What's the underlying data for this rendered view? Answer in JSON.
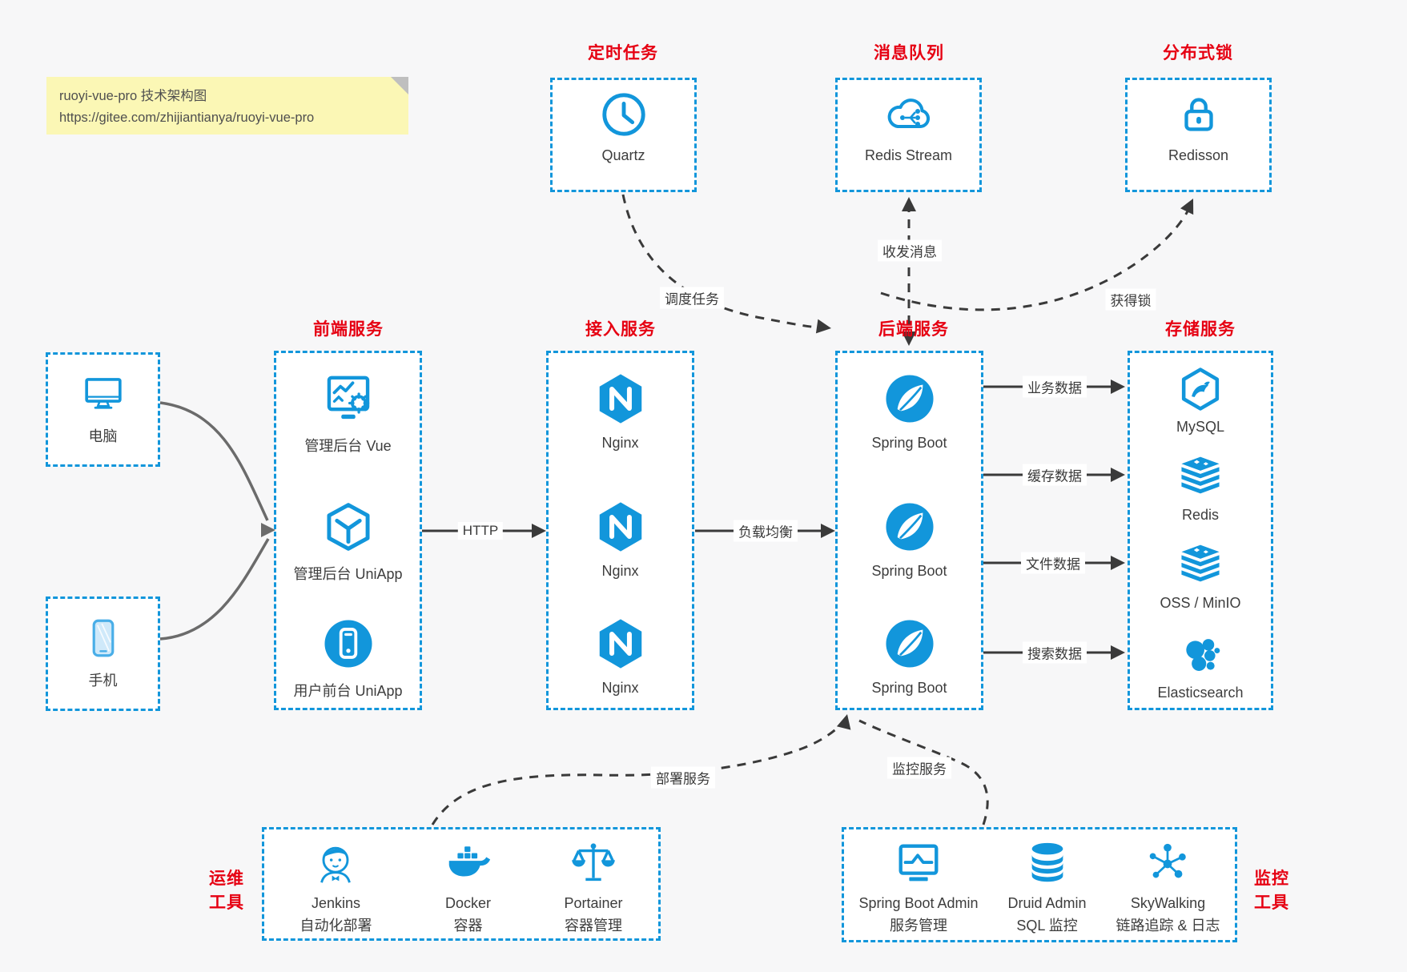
{
  "note": {
    "line1": "ruoyi-vue-pro 技术架构图",
    "line2": "https://gitee.com/zhijiantianya/ruoyi-vue-pro"
  },
  "top_services": [
    {
      "title": "定时任务",
      "label": "Quartz",
      "icon": "clock-icon"
    },
    {
      "title": "消息队列",
      "label": "Redis Stream",
      "icon": "cloud-mq-icon"
    },
    {
      "title": "分布式锁",
      "label": "Redisson",
      "icon": "lock-icon"
    }
  ],
  "clients": [
    {
      "label": "电脑",
      "icon": "desktop-icon"
    },
    {
      "label": "手机",
      "icon": "mobile-icon"
    }
  ],
  "frontend": {
    "title": "前端服务",
    "items": [
      {
        "label": "管理后台 Vue",
        "icon": "admin-vue-icon"
      },
      {
        "label": "管理后台 UniApp",
        "icon": "uniapp-cube-icon"
      },
      {
        "label": "用户前台 UniApp",
        "icon": "user-app-icon"
      }
    ]
  },
  "gateway": {
    "title": "接入服务",
    "items": [
      {
        "label": "Nginx",
        "icon": "nginx-icon"
      },
      {
        "label": "Nginx",
        "icon": "nginx-icon"
      },
      {
        "label": "Nginx",
        "icon": "nginx-icon"
      }
    ]
  },
  "backend": {
    "title": "后端服务",
    "items": [
      {
        "label": "Spring Boot",
        "icon": "spring-icon"
      },
      {
        "label": "Spring Boot",
        "icon": "spring-icon"
      },
      {
        "label": "Spring Boot",
        "icon": "spring-icon"
      }
    ]
  },
  "storage": {
    "title": "存储服务",
    "items": [
      {
        "label": "MySQL",
        "icon": "mysql-icon"
      },
      {
        "label": "Redis",
        "icon": "redis-stack-icon"
      },
      {
        "label": "OSS / MinIO",
        "icon": "oss-stack-icon"
      },
      {
        "label": "Elasticsearch",
        "icon": "elasticsearch-icon"
      }
    ]
  },
  "ops": {
    "title_lines": [
      "运维",
      "工具"
    ],
    "items": [
      {
        "name": "Jenkins",
        "desc": "自动化部署",
        "icon": "jenkins-icon"
      },
      {
        "name": "Docker",
        "desc": "容器",
        "icon": "docker-icon"
      },
      {
        "name": "Portainer",
        "desc": "容器管理",
        "icon": "portainer-icon"
      }
    ]
  },
  "monitoring_tools": {
    "title_lines": [
      "监控",
      "工具"
    ],
    "items": [
      {
        "name": "Spring Boot Admin",
        "desc": "服务管理",
        "icon": "spring-boot-admin-icon"
      },
      {
        "name": "Druid Admin",
        "desc": "SQL 监控",
        "icon": "druid-icon"
      },
      {
        "name": "SkyWalking",
        "desc": "链路追踪 & 日志",
        "icon": "skywalking-icon"
      }
    ]
  },
  "edges": {
    "http": "HTTP",
    "load_balance": "负载均衡",
    "schedule": "调度任务",
    "message": "收发消息",
    "lock": "获得锁",
    "business_data": "业务数据",
    "cache_data": "缓存数据",
    "file_data": "文件数据",
    "search_data": "搜索数据",
    "deploy": "部署服务",
    "monitor": "监控服务"
  },
  "colors": {
    "accent_blue": "#1296db",
    "title_red": "#e60012",
    "arrow_dark": "#3a3a3a",
    "client_arrow_gray": "#6b6b6b",
    "note_bg": "#fbf7b5",
    "canvas_bg": "#f7f7f8"
  }
}
